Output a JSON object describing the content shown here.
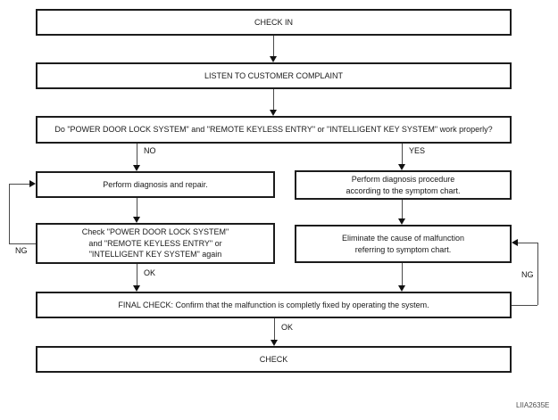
{
  "diagram": {
    "nodes": {
      "check_in": {
        "lines": [
          "CHECK IN"
        ]
      },
      "listen_complaint": {
        "lines": [
          "LISTEN TO CUSTOMER COMPLAINT"
        ]
      },
      "question": {
        "lines": [
          "Do \"POWER DOOR LOCK SYSTEM\" and \"REMOTE KEYLESS ENTRY\" or \"INTELLIGENT KEY SYSTEM\" work properly?"
        ]
      },
      "diagnose_repair": {
        "lines": [
          "Perform diagnosis and repair."
        ]
      },
      "recheck_systems": {
        "lines": [
          "Check \"POWER DOOR LOCK SYSTEM\"",
          "and \"REMOTE KEYLESS ENTRY\" or",
          "\"INTELLIGENT KEY SYSTEM\" again"
        ]
      },
      "symptom_procedure": {
        "lines": [
          "Perform diagnosis procedure",
          "according to the symptom chart."
        ]
      },
      "eliminate_cause": {
        "lines": [
          "Eliminate the cause of malfunction",
          "referring to symptom chart."
        ]
      },
      "final_check": {
        "lines": [
          "FINAL CHECK: Confirm that the malfunction is completly fixed by operating the system."
        ]
      },
      "check": {
        "lines": [
          "CHECK"
        ]
      }
    },
    "edge_labels": {
      "no": "NO",
      "yes": "YES",
      "ok": "OK",
      "ng": "NG"
    },
    "figure_code": "LIIA2635E",
    "colors": {
      "box_border": "#1c1c1c",
      "line": "#4a4a4a",
      "background": "#ffffff"
    }
  }
}
